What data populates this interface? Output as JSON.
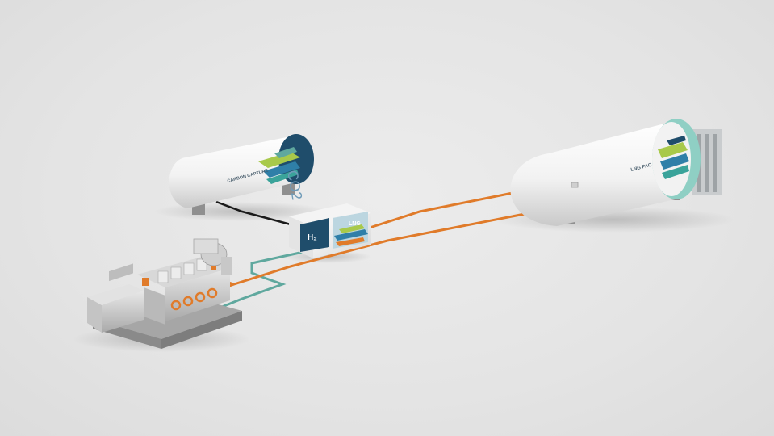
{
  "colors": {
    "background": "#e6e6e6",
    "lng_pipe": "#e07b2a",
    "h2_pipe": "#5fa89e",
    "co2_pipe": "#1a1a1a",
    "tank_body": "#f7f7f7",
    "co2_cap": "#1f4d6b",
    "lng_cap": "#8fcfc4",
    "accent_green": "#a8c94a",
    "accent_blue": "#2f7fa8",
    "accent_teal": "#3aa39a"
  },
  "labels": {
    "carbon_capture": "CARBON CAPTURE",
    "co2": "CO2",
    "h2": "H₂",
    "lng": "LNG",
    "lng_pac": "LNG PAC"
  },
  "icons": {
    "engine": "engine-genset",
    "co2_tank": "carbon-capture-tank",
    "fuel_module": "h2-lng-fuel-module",
    "lng_tank": "lng-pac-tank"
  }
}
